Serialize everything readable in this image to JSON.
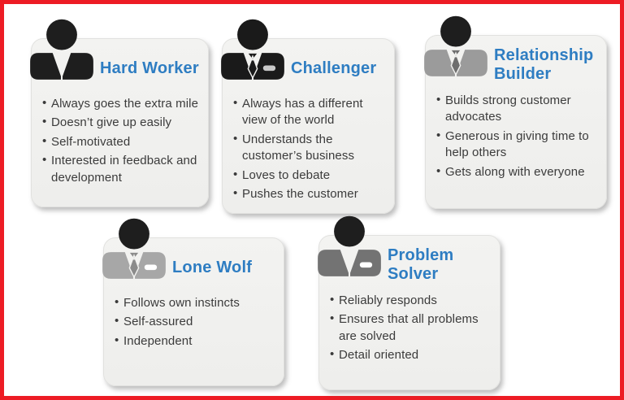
{
  "frame": {
    "border_color": "#ED1C24",
    "background": "#FFFFFF"
  },
  "styles": {
    "title_color": "#2E7DC2",
    "card_background": "#F1F1EF",
    "text_color": "#3B3B3B"
  },
  "cards": [
    {
      "id": "hard-worker",
      "title": "Hard Worker",
      "bullets": [
        "Always goes the extra mile",
        "Doesn’t give up easily",
        "Self-motivated",
        "Interested in feedback and development"
      ],
      "icon": {
        "name": "person-silhouette-icon",
        "head": "#1E1E1E",
        "suit": "#1E1E1E"
      }
    },
    {
      "id": "challenger",
      "title": "Challenger",
      "bullets": [
        "Always has a different view of the world",
        "Understands the customer’s business",
        "Loves to debate",
        "Pushes the customer"
      ],
      "icon": {
        "name": "person-silhouette-tie-dash-icon",
        "head": "#1A1A1A",
        "suit": "#1A1A1A",
        "tie": "#1A1A1A",
        "dash": "#C9C9C9"
      }
    },
    {
      "id": "relationship-builder",
      "title": "Relationship Builder",
      "bullets": [
        "Builds strong customer advocates",
        "Generous in giving time to help others",
        "Gets along with everyone"
      ],
      "icon": {
        "name": "person-silhouette-tie-icon",
        "head": "#1E1E1E",
        "suit": "#9B9B9B",
        "tie": "#6E6E6E"
      }
    },
    {
      "id": "lone-wolf",
      "title": "Lone Wolf",
      "bullets": [
        "Follows own instincts",
        "Self-assured",
        "Independent"
      ],
      "icon": {
        "name": "person-silhouette-tie-dash-icon",
        "head": "#1E1E1E",
        "suit": "#A7A7A7",
        "tie": "#8B8B8B",
        "dash": "#FFFFFF"
      }
    },
    {
      "id": "problem-solver",
      "title": "Problem Solver",
      "bullets": [
        "Reliably responds",
        "Ensures that all problems are solved",
        "Detail oriented"
      ],
      "icon": {
        "name": "person-silhouette-dash-icon",
        "head": "#1E1E1E",
        "suit": "#737373",
        "dash": "#FFFFFF"
      }
    }
  ]
}
